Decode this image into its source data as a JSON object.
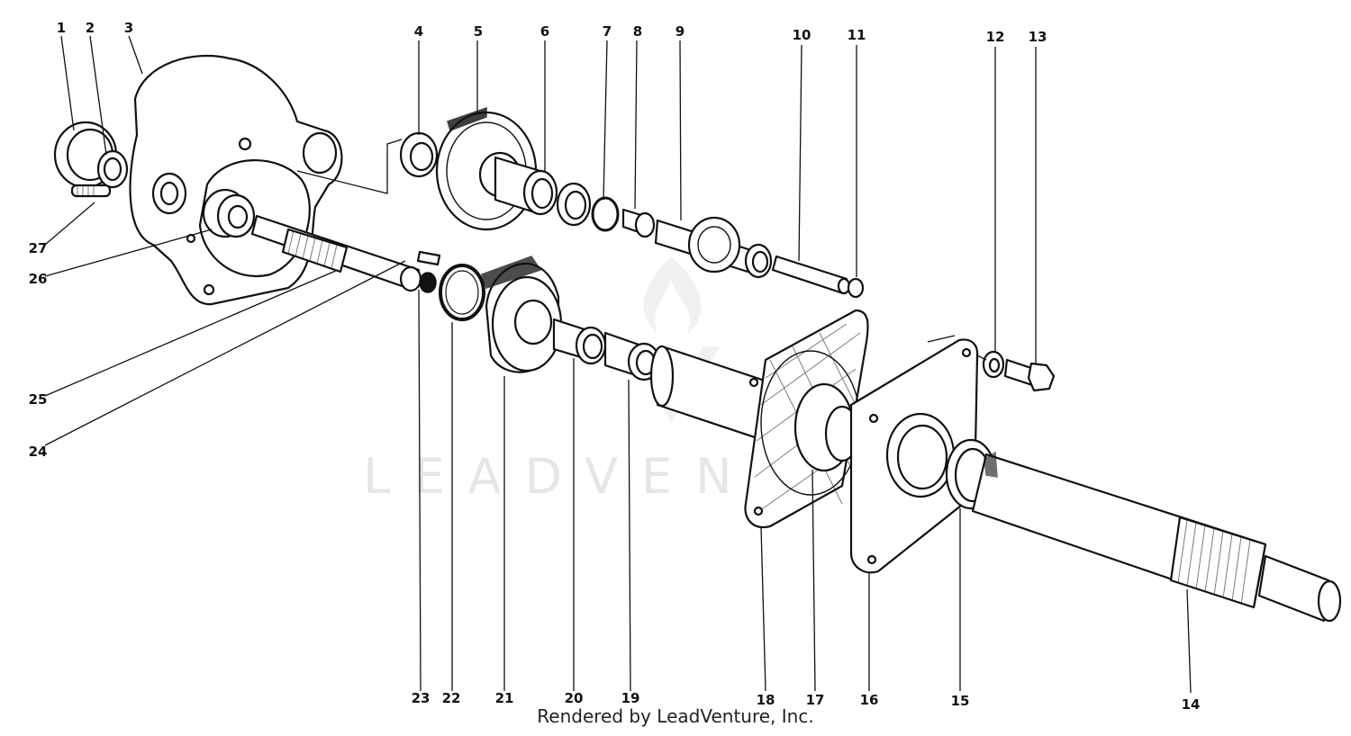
{
  "watermark": {
    "text": "LEADVENTURE"
  },
  "credit": "Rendered by LeadVenture, Inc.",
  "parts": [
    {
      "id": "p1",
      "label": "1"
    },
    {
      "id": "p2",
      "label": "2"
    },
    {
      "id": "p3",
      "label": "3"
    },
    {
      "id": "p4",
      "label": "4"
    },
    {
      "id": "p5",
      "label": "5"
    },
    {
      "id": "p6",
      "label": "6"
    },
    {
      "id": "p7",
      "label": "7"
    },
    {
      "id": "p8",
      "label": "8"
    },
    {
      "id": "p9",
      "label": "9"
    },
    {
      "id": "p10",
      "label": "10"
    },
    {
      "id": "p11",
      "label": "11"
    },
    {
      "id": "p12",
      "label": "12"
    },
    {
      "id": "p13",
      "label": "13"
    },
    {
      "id": "p14",
      "label": "14"
    },
    {
      "id": "p15",
      "label": "15"
    },
    {
      "id": "p16",
      "label": "16"
    },
    {
      "id": "p17",
      "label": "17"
    },
    {
      "id": "p18",
      "label": "18"
    },
    {
      "id": "p19",
      "label": "19"
    },
    {
      "id": "p20",
      "label": "20"
    },
    {
      "id": "p21",
      "label": "21"
    },
    {
      "id": "p22",
      "label": "22"
    },
    {
      "id": "p23",
      "label": "23"
    },
    {
      "id": "p24",
      "label": "24"
    },
    {
      "id": "p25",
      "label": "25"
    },
    {
      "id": "p26",
      "label": "26"
    },
    {
      "id": "p27",
      "label": "27"
    }
  ]
}
